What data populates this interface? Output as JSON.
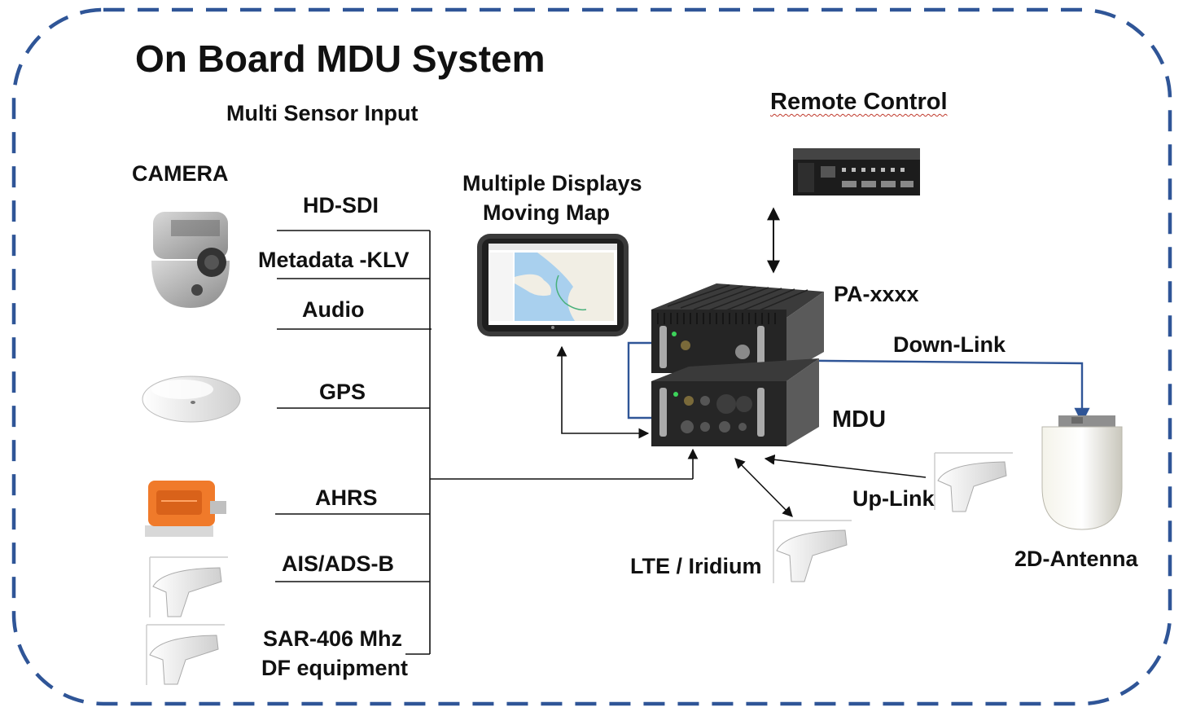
{
  "title": "On Board MDU System",
  "labels": {
    "multi_sensor_input": "Multi Sensor Input",
    "remote_control": "Remote Control",
    "camera": "CAMERA",
    "hd_sdi": "HD-SDI",
    "metadata_klv": "Metadata -KLV",
    "audio": "Audio",
    "gps": "GPS",
    "ahrs": "AHRS",
    "ais_adsb": "AIS/ADS-B",
    "sar_line1": "SAR-406 Mhz",
    "sar_line2": "DF equipment",
    "displays_line1": "Multiple Displays",
    "displays_line2": "Moving Map",
    "pa": "PA-xxxx",
    "mdu": "MDU",
    "down_link": "Down-Link",
    "up_link": "Up-Link",
    "lte_iridium": "LTE / Iridium",
    "antenna_2d": "2D-Antenna"
  },
  "colors": {
    "border_dash": "#2f5597",
    "link_blue": "#2f5597",
    "device_orange": "#f07a2a",
    "device_dark": "#2b2b2b",
    "map_water": "#a9d0ee"
  },
  "icons": {
    "camera": "camera-gimbal-icon",
    "gps": "gps-antenna-icon",
    "ahrs": "ahrs-sensor-icon",
    "ais": "blade-antenna-icon",
    "sar": "blade-antenna-icon",
    "tablet": "rugged-tablet-icon",
    "remote": "remote-control-unit-icon",
    "pa": "pa-unit-icon",
    "mdu": "mdu-unit-icon",
    "antenna": "2d-antenna-icon"
  }
}
